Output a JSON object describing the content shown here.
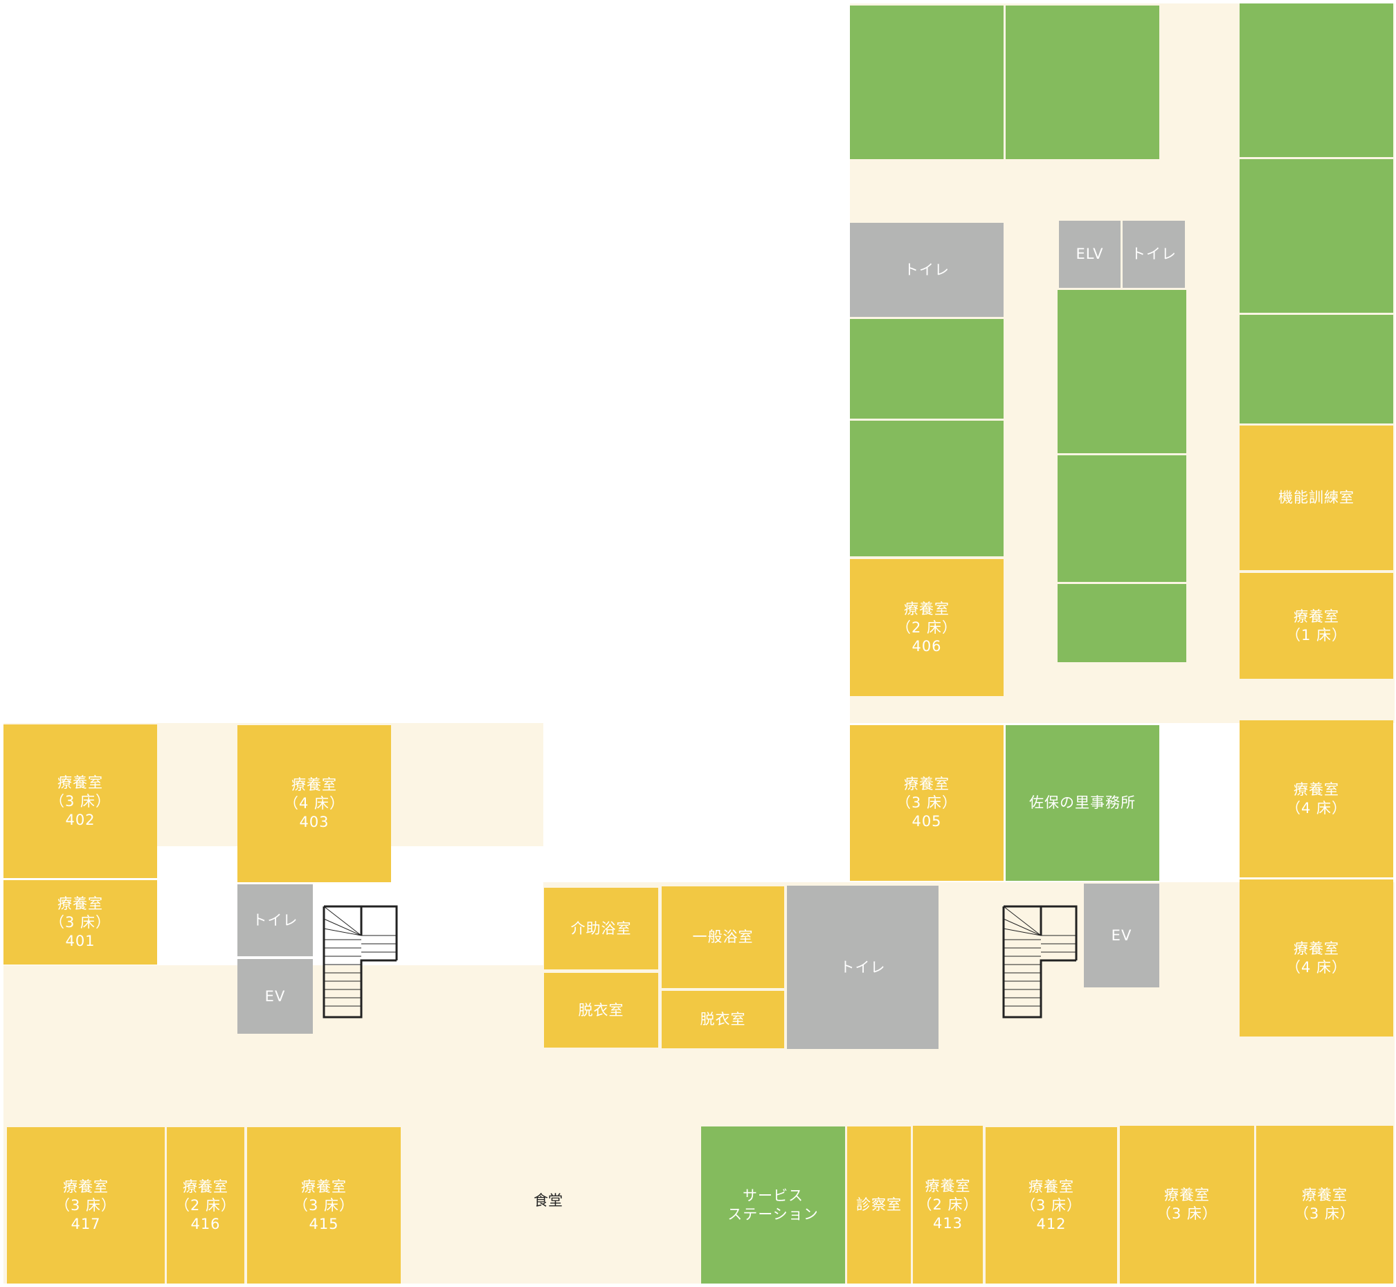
{
  "colors": {
    "patient_room": "#f2c843",
    "office_other": "#84bb5d",
    "utility": "#b4b5b4",
    "corridor": "#fcf5e4",
    "stair_line": "#222222"
  },
  "labels": {
    "ryoyoshitsu": "療養室",
    "bed3": "（3 床）",
    "bed4": "（4 床）",
    "bed2": "（2 床）",
    "bed1": "（1 床）",
    "toilet": "トイレ",
    "ev": "EV",
    "elv": "ELV",
    "kinou": "機能訓練室",
    "jimusho": "佐保の里事務所",
    "kaijo": "介助浴室",
    "ippan": "一般浴室",
    "datsui": "脱衣室",
    "shokudo": "食堂",
    "service1": "サービス",
    "service2": "ステーション",
    "shinsatsu": "診察室",
    "r401": "401",
    "r402": "402",
    "r403": "403",
    "r405": "405",
    "r406": "406",
    "r412": "412",
    "r413": "413",
    "r415": "415",
    "r416": "416",
    "r417": "417"
  }
}
